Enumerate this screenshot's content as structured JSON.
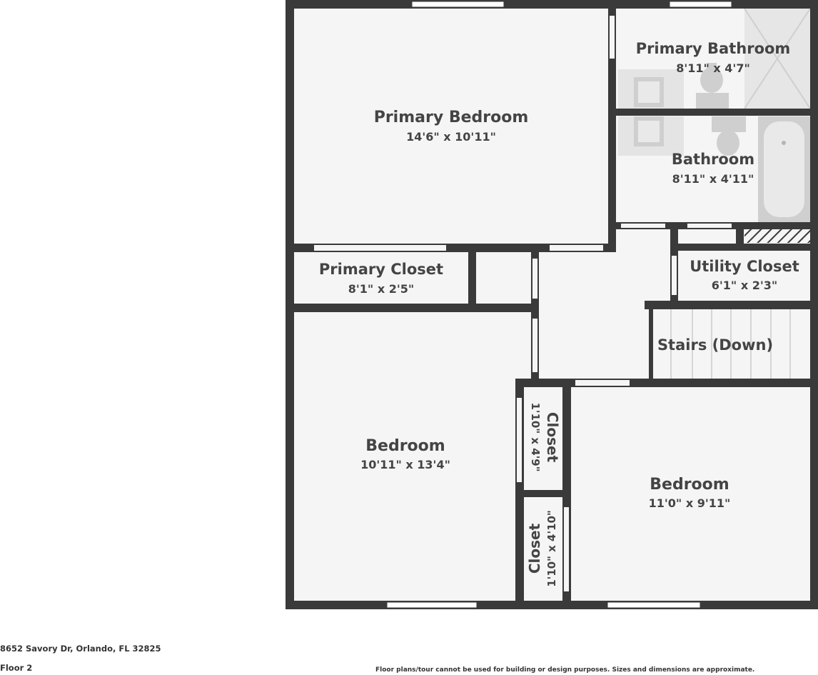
{
  "address": "8652 Savory Dr, Orlando, FL 32825",
  "floor_label": "Floor 2",
  "disclaimer": "Floor plans/tour cannot be used for building or design purposes. Sizes and dimensions are approximate.",
  "colors": {
    "wall": "#3a3a3a",
    "floor": "#f5f5f5",
    "fixture": "#cfcfcf",
    "text": "#444444"
  },
  "rooms": {
    "primary_bedroom": {
      "name": "Primary Bedroom",
      "dims": "14'6\" x 10'11\""
    },
    "primary_bathroom": {
      "name": "Primary Bathroom",
      "dims": "8'11\" x 4'7\""
    },
    "bathroom": {
      "name": "Bathroom",
      "dims": "8'11\" x 4'11\""
    },
    "primary_closet": {
      "name": "Primary Closet",
      "dims": "8'1\" x 2'5\""
    },
    "utility_closet": {
      "name": "Utility Closet",
      "dims": "6'1\" x 2'3\""
    },
    "stairs": {
      "name": "Stairs (Down)"
    },
    "bedroom_left": {
      "name": "Bedroom",
      "dims": "10'11\" x 13'4\""
    },
    "bedroom_right": {
      "name": "Bedroom",
      "dims": "11'0\" x 9'11\""
    },
    "closet_upper": {
      "name": "Closet",
      "dims": "1'10\" x 4'9\""
    },
    "closet_lower": {
      "name": "Closet",
      "dims": "1'10\" x 4'10\""
    }
  }
}
